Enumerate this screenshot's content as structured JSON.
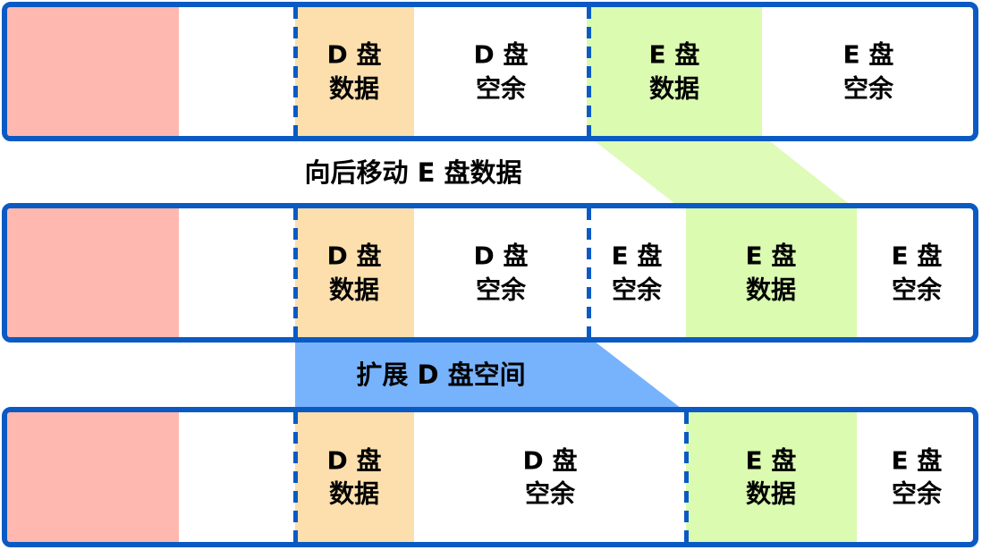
{
  "diagram_title": "Disk partition move and expand diagram",
  "bars": [
    {
      "stage": "initial",
      "d_data": "D 盘\n数据",
      "d_free": "D 盘\n空余",
      "e_data": "E 盘\n数据",
      "e_free": "E 盘\n空余"
    },
    {
      "stage": "after-moving-e-data",
      "d_data": "D 盘\n数据",
      "d_free": "D 盘\n空余",
      "e_free_front": "E 盘\n空余",
      "e_data": "E 盘\n数据",
      "e_free_back": "E 盘\n空余"
    },
    {
      "stage": "after-expanding-d",
      "d_data": "D 盘\n数据",
      "d_free": "D 盘\n空余",
      "e_data": "E 盘\n数据",
      "e_free": "E 盘\n空余"
    }
  ],
  "steps": {
    "move": "向后移动 E 盘数据",
    "expand": "扩展 D 盘空间"
  },
  "colors": {
    "border_blue": "#0B5AC4",
    "system_pink": "#FFB8AF",
    "d_data_orange": "#FCDFAC",
    "e_data_green": "#DAFBB0",
    "expand_arrow_blue": "#77B2FC"
  }
}
